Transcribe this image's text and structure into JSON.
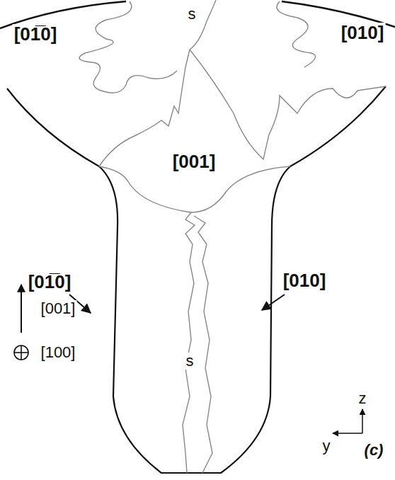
{
  "diagram": {
    "labels": [
      "[01̅0]",
      "s",
      "[010]",
      "[001]",
      "[01̅0]",
      "[010]",
      "s",
      "[001]",
      "[100]",
      "z",
      "y",
      "(c)"
    ]
  }
}
